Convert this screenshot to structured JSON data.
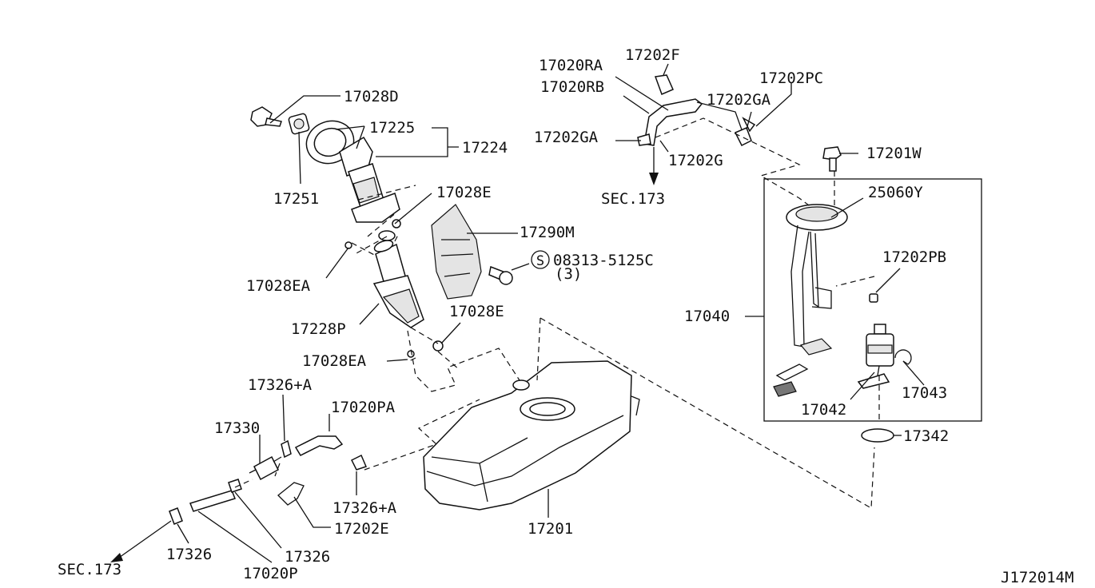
{
  "diagram": {
    "code": "J172014M",
    "labels": {
      "p17028D": "17028D",
      "p17225": "17225",
      "p17224": "17224",
      "p17251": "17251",
      "p17028E_top": "17028E",
      "p17290M": "17290M",
      "p08313": "08313-5125C",
      "p08313_qty": "(3)",
      "p17028EA_top": "17028EA",
      "p17228P": "17228P",
      "p17028E_mid": "17028E",
      "p17028EA_mid": "17028EA",
      "p17326A_top": "17326+A",
      "p17020PA": "17020PA",
      "p17330": "17330",
      "p17326A_bot": "17326+A",
      "p17202E": "17202E",
      "p17326_left": "17326",
      "p17326_right": "17326",
      "p17020P": "17020P",
      "sec173_bottom": "SEC.173",
      "p17201": "17201",
      "p17020RA": "17020RA",
      "p17202F": "17202F",
      "p17020RB": "17020RB",
      "p17202PC": "17202PC",
      "p17202GA_right": "17202GA",
      "p17202GA_left": "17202GA",
      "p17202G": "17202G",
      "sec173_top": "SEC.173",
      "p17201W": "17201W",
      "p25060Y": "25060Y",
      "p17202PB": "17202PB",
      "p17040": "17040",
      "p17042": "17042",
      "p17043": "17043",
      "p17342": "17342"
    }
  }
}
